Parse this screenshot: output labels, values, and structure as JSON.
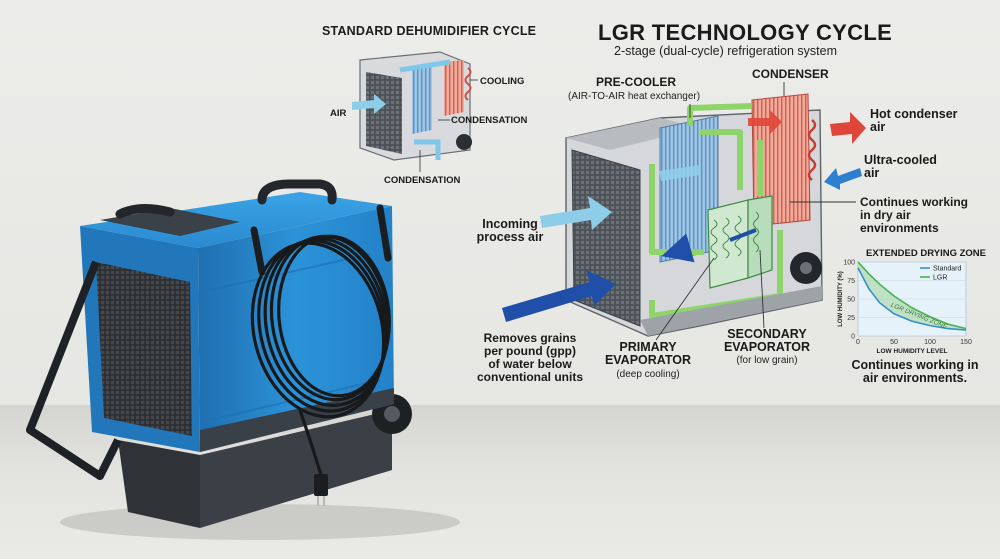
{
  "standard": {
    "title": "STANDARD DEHUMIDIFIER CYCLE",
    "labels": {
      "cooling": "COOLING",
      "air": "AIR",
      "condensation_right": "CONDENSATION",
      "condensation_bottom": "CONDENSATION"
    }
  },
  "lgr": {
    "title": "LGR TECHNOLOGY CYCLE",
    "subtitle": "2-stage (dual-cycle) refrigeration system",
    "pre_cooler": "PRE-COOLER",
    "pre_cooler_sub": "(AIR-TO-AIR heat exchanger)",
    "condenser": "CONDENSER",
    "hot_air_1": "Hot condenser",
    "hot_air_2": "air",
    "ultra_1": "Ultra-cooled",
    "ultra_2": "air",
    "continues_1": "Continues working",
    "continues_2": "in dry air",
    "continues_3": "environments",
    "incoming_1": "Incoming",
    "incoming_2": "process air",
    "removes_1": "Removes grains",
    "removes_2": "per pound (gpp)",
    "removes_3": "of water below",
    "removes_4": "conventional units",
    "primary_1": "PRIMARY",
    "primary_2": "EVAPORATOR",
    "primary_sub": "(deep cooling)",
    "secondary_1": "SECONDARY",
    "secondary_2": "EVAPORATOR",
    "secondary_sub": "(for low grain)"
  },
  "chart_data": {
    "type": "line",
    "title": "EXTENDED DRYING ZONE",
    "xlabel": "LOW HUMIDITY LEVEL",
    "ylabel": "LOW HUMIDITY (%)",
    "xlim": [
      0,
      150
    ],
    "ylim": [
      0,
      100
    ],
    "xticks": [
      0,
      50,
      100,
      150
    ],
    "yticks": [
      0,
      25,
      50,
      75,
      100
    ],
    "series": [
      {
        "name": "Standard",
        "color": "#3a8fcf",
        "x": [
          0,
          15,
          30,
          50,
          75,
          100,
          125,
          150
        ],
        "y": [
          92,
          64,
          45,
          30,
          20,
          14,
          10,
          8
        ]
      },
      {
        "name": "LGR",
        "color": "#4caf50",
        "x": [
          0,
          15,
          30,
          50,
          75,
          100,
          125,
          150
        ],
        "y": [
          100,
          84,
          70,
          54,
          38,
          26,
          16,
          10
        ]
      }
    ],
    "zone_label": "LGR DRYING ZONE",
    "legend": "top-right",
    "caption_1": "Continues working in",
    "caption_2": "air environments."
  },
  "colors": {
    "unit_blue": "#2b8fd4",
    "unit_dark": "#3a4048",
    "hot": "#e0453a",
    "cool": "#2f7fd0",
    "pipe_green": "#8fd46a",
    "arrow_navy": "#1f4fa8",
    "arrow_light": "#8dcde8"
  }
}
